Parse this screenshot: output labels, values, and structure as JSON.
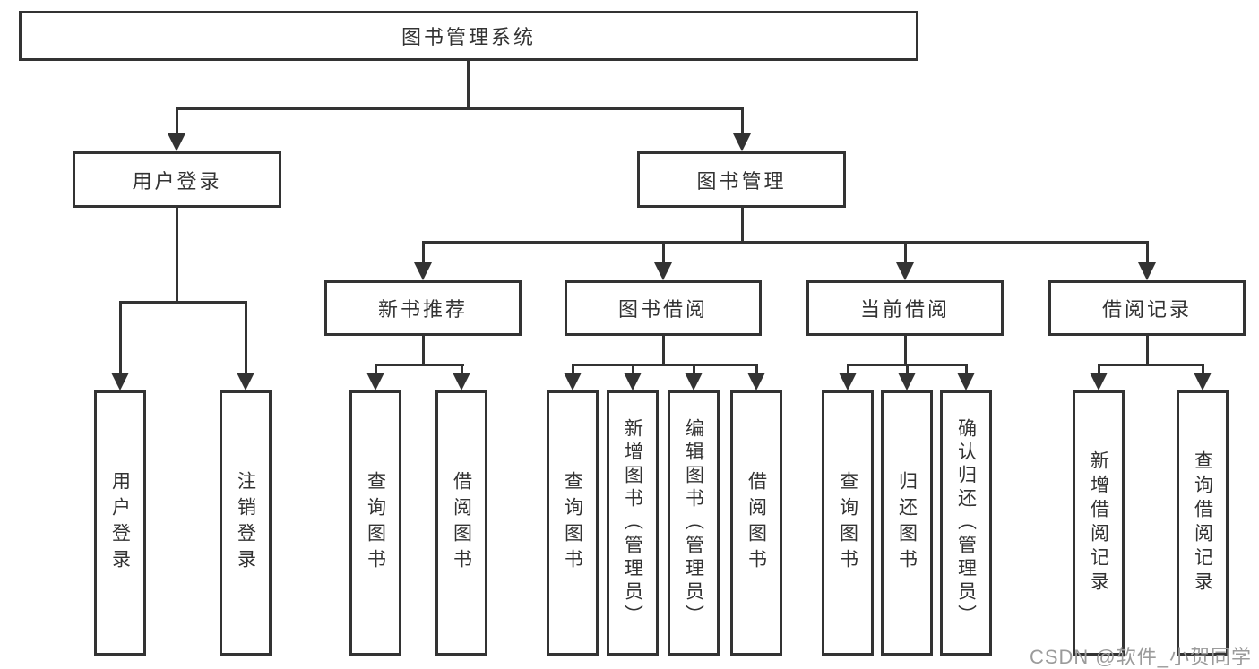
{
  "diagram": {
    "root": {
      "label": "图书管理系统"
    },
    "branches": {
      "user": {
        "label": "用户登录",
        "children": [
          {
            "label": "用户登录"
          },
          {
            "label": "注销登录"
          }
        ]
      },
      "book": {
        "label": "图书管理",
        "sections": [
          {
            "label": "新书推荐",
            "children": [
              {
                "label": "查询图书"
              },
              {
                "label": "借阅图书"
              }
            ]
          },
          {
            "label": "图书借阅",
            "children": [
              {
                "label": "查询图书"
              },
              {
                "label": "新增图书（管理员）"
              },
              {
                "label": "编辑图书（管理员）"
              },
              {
                "label": "借阅图书"
              }
            ]
          },
          {
            "label": "当前借阅",
            "children": [
              {
                "label": "查询图书"
              },
              {
                "label": "归还图书"
              },
              {
                "label": "确认归还（管理员）"
              }
            ]
          },
          {
            "label": "借阅记录",
            "children": [
              {
                "label": "新增借阅记录"
              },
              {
                "label": "查询借阅记录"
              }
            ]
          }
        ]
      }
    },
    "watermark": "CSDN @软件_小贺同学",
    "colors": {
      "line": "#333333",
      "box_border": "#333333",
      "box_fill": "#ffffff",
      "text": "#333333",
      "watermark": "#9b9b9b"
    }
  }
}
